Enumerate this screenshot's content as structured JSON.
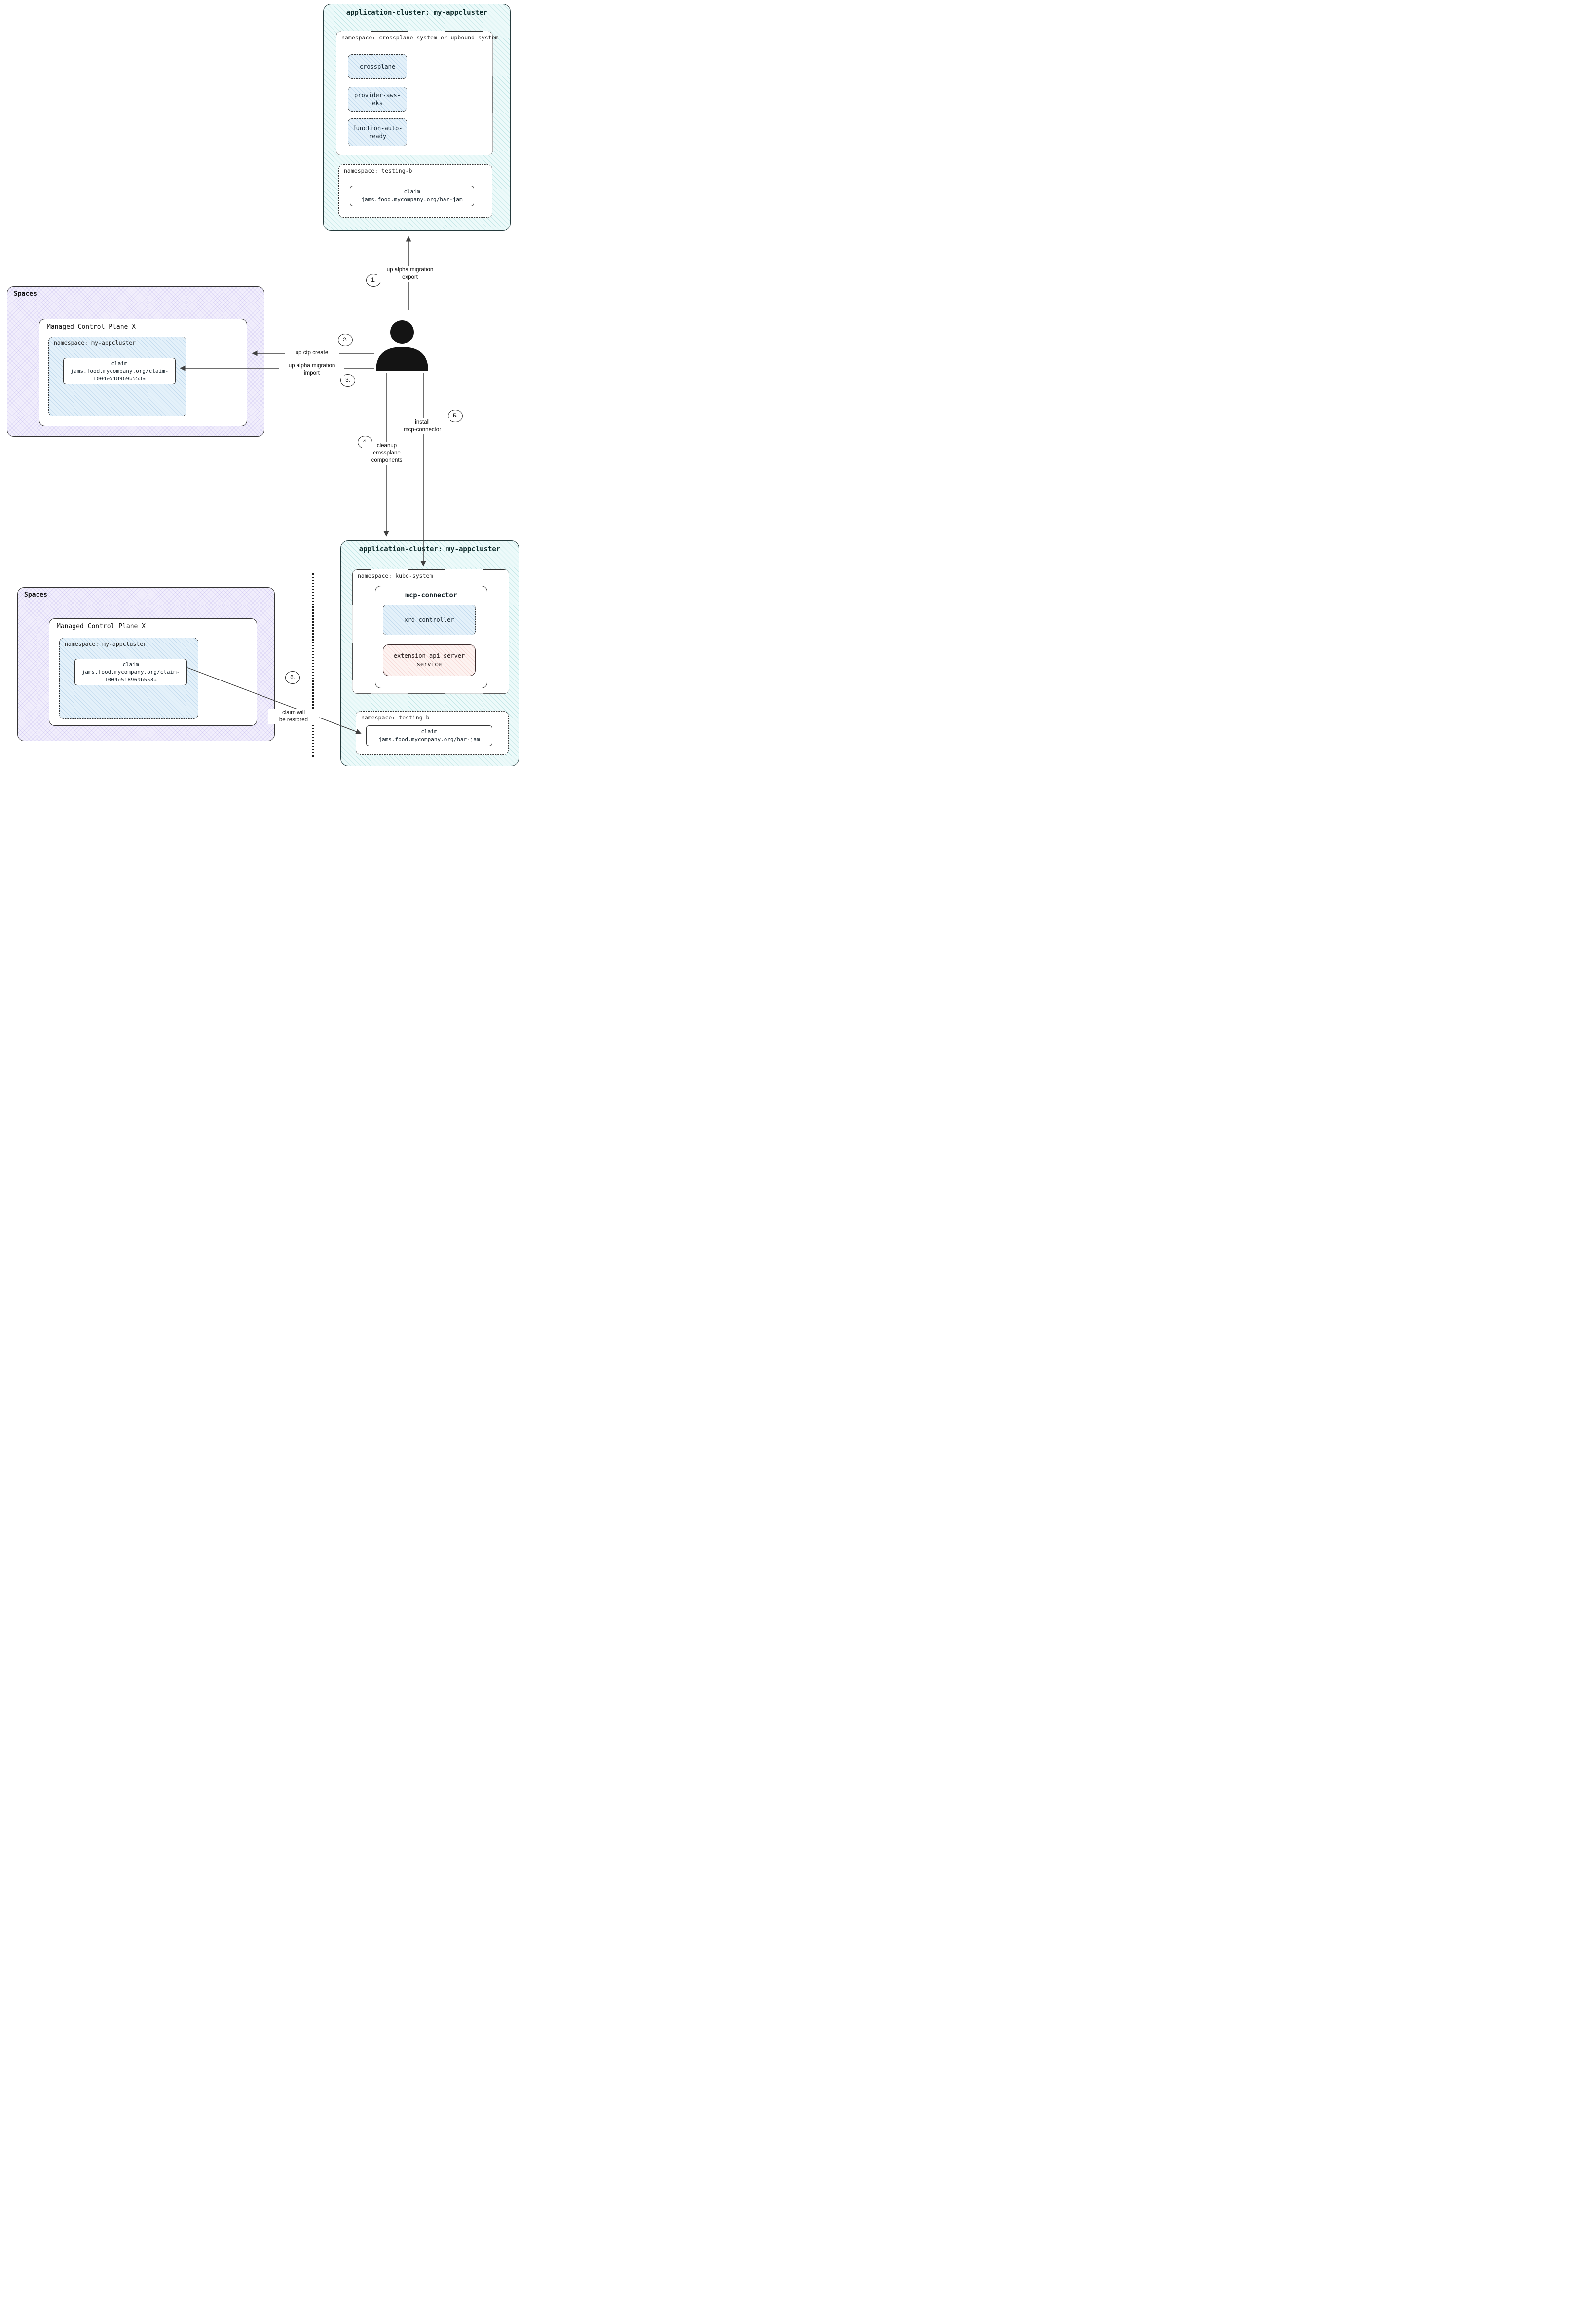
{
  "top_cluster": {
    "title": "application-cluster: my-appcluster",
    "ns_crossplane": {
      "label": "namespace: crossplane-system or upbound-system",
      "items": [
        "crossplane",
        "provider-aws-eks",
        "function-auto-ready"
      ]
    },
    "ns_testing": {
      "label": "namespace: testing-b",
      "claim": {
        "title": "claim",
        "name": "jams.food.mycompany.org/bar-jam"
      }
    }
  },
  "spaces_top": {
    "title": "Spaces",
    "control_plane": {
      "title": "Managed Control Plane X",
      "namespace": {
        "label": "namespace: my-appcluster",
        "claim": {
          "title": "claim",
          "name": "jams.food.mycompany.org/claim-f004e518969b553a"
        }
      }
    }
  },
  "bottom_cluster": {
    "title": "application-cluster: my-appcluster",
    "ns_kube": {
      "label": "namespace: kube-system",
      "mcp_connector": {
        "title": "mcp-connector",
        "xrd_controller": "xrd-controller",
        "extension_api": "extension api server service"
      }
    },
    "ns_testing": {
      "label": "namespace: testing-b",
      "claim": {
        "title": "claim",
        "name": "jams.food.mycompany.org/bar-jam"
      }
    }
  },
  "spaces_bottom": {
    "title": "Spaces",
    "control_plane": {
      "title": "Managed Control Plane X",
      "namespace": {
        "label": "namespace: my-appcluster",
        "claim": {
          "title": "claim",
          "name": "jams.food.mycompany.org/claim-f004e518969b553a"
        }
      }
    }
  },
  "steps": [
    {
      "num": "1.",
      "label": "up alpha migration\nexport"
    },
    {
      "num": "2.",
      "label": "up ctp create"
    },
    {
      "num": "3.",
      "label": "up alpha migration\nimport"
    },
    {
      "num": "4.",
      "label": "cleanup\ncrossplane\ncomponents"
    },
    {
      "num": "5.",
      "label": "install\nmcp-connector"
    },
    {
      "num": "6.",
      "label": "claim will\nbe restored"
    }
  ],
  "colors": {
    "cluster_bg": "#edfafa",
    "cluster_hatch": "#6abebe",
    "spaces_bg": "#f2effc",
    "spaces_hatch": "#826edc",
    "namespace_bg": "#e4f1fa",
    "namespace_hatch": "#5a96c8",
    "extension_bg": "#fdf3f1",
    "extension_hatch": "#dc786e",
    "border": "#24393b",
    "arrow": "#3f3f3f"
  }
}
